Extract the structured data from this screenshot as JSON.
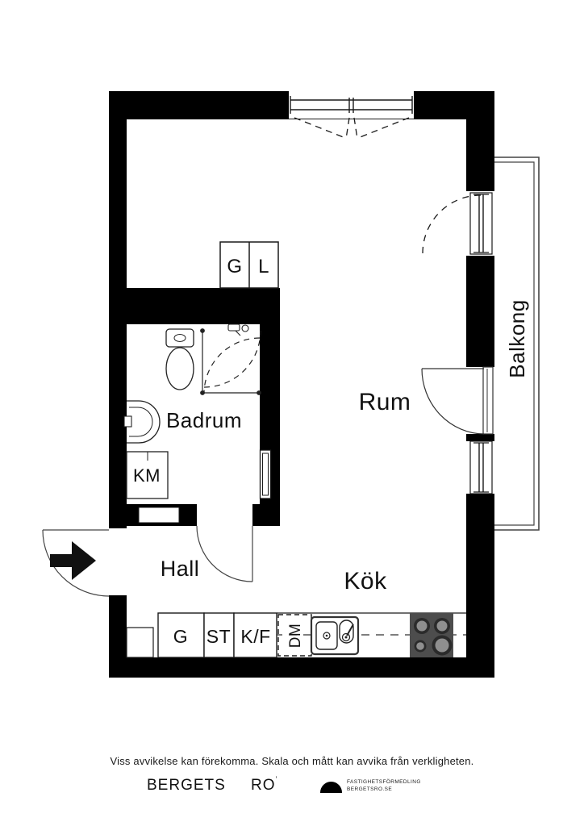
{
  "colors": {
    "wall": "#000000",
    "line": "#1a1a1a",
    "stove_body": "#4d4d4d",
    "burner_ring": "#2b2b2b",
    "burner_center": "#8f8f8f"
  },
  "rooms": {
    "rum": "Rum",
    "kok": "Kök",
    "hall": "Hall",
    "badrum": "Badrum",
    "balkong": "Balkong"
  },
  "labels": {
    "closet_g": "G",
    "closet_l": "L",
    "washer_km": "KM",
    "cabinet_g": "G",
    "cabinet_st": "ST",
    "fridge_kf": "K/F",
    "dishwasher_dm": "DM"
  },
  "footer": {
    "disclaimer": "Viss avvikelse kan förekomma. Skala och mått kan avvika från verkligheten.",
    "brand_word1": "BERGETS",
    "brand_word2": "RO",
    "brand_mark": "’",
    "agency_line1": "FASTIGHETSFÖRMEDLING",
    "agency_line2": "BERGETSRO.SE"
  }
}
